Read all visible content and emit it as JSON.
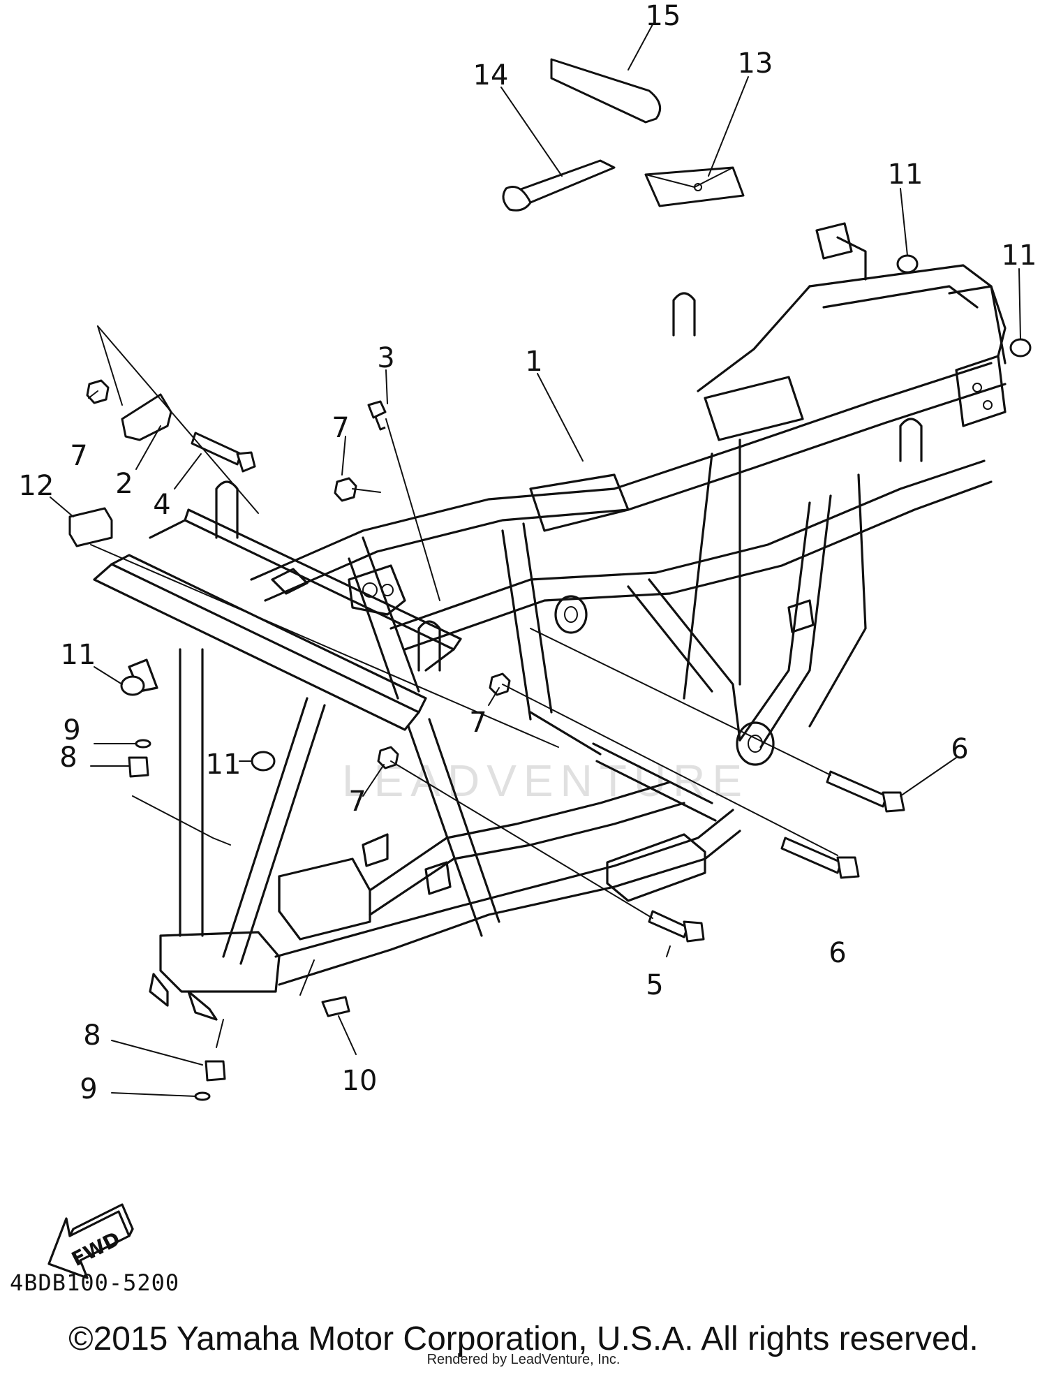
{
  "callouts": {
    "c1": "1",
    "c2": "2",
    "c3": "3",
    "c4": "4",
    "c5": "5",
    "c6a": "6",
    "c6b": "6",
    "c7a": "7",
    "c7b": "7",
    "c7c": "7",
    "c7d": "7",
    "c8a": "8",
    "c8b": "8",
    "c9a": "9",
    "c9b": "9",
    "c10": "10",
    "c11a": "11",
    "c11b": "11",
    "c11c": "11",
    "c11d": "11",
    "c12": "12",
    "c13": "13",
    "c14": "14",
    "c15": "15"
  },
  "fwd_label": "FWD",
  "watermark": "LEADVENTURE",
  "diagram_code": "4BDB100-5200",
  "copyright": "©2015 Yamaha Motor Corporation, U.S.A. All rights reserved.",
  "rendered_by": "Rendered by LeadVenture, Inc."
}
